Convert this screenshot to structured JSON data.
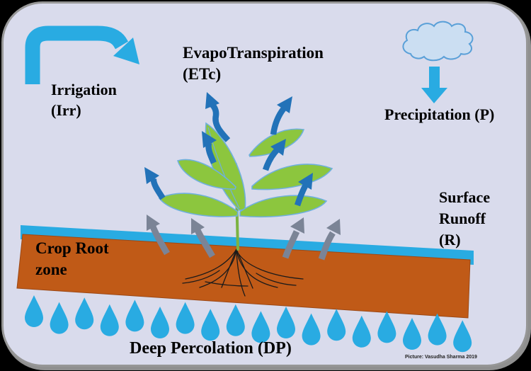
{
  "labels": {
    "evapotranspiration_line1": "EvapoTranspiration",
    "evapotranspiration_line2": "(ETc)",
    "irrigation_line1": "Irrigation",
    "irrigation_line2": "(Irr)",
    "precipitation": "Precipitation (P)",
    "surface_runoff_line1": "Surface",
    "surface_runoff_line2": "Runoff",
    "surface_runoff_line3": "(R)",
    "crop_root_zone_line1": "Crop Root",
    "crop_root_zone_line2": "zone",
    "deep_percolation": "Deep Percolation (DP)",
    "attribution": "Picture: Vasudha Sharma 2019"
  },
  "colors": {
    "outside": "#000000",
    "card_bg": "#d9dbec",
    "frame": "#969696",
    "cyan": "#29abe2",
    "arrow_blue": "#2272b8",
    "arrow_gray": "#7b8496",
    "leaf": "#8cc63e",
    "leaf_outline": "#6fb0dc",
    "stem": "#7cb342",
    "soil": "#c05a17",
    "cloud_fill": "#cbdef2",
    "cloud_outline": "#5aa0d8",
    "root": "#1a1a1a",
    "text": "#000000"
  },
  "icons": {
    "irrigation-arrow-icon": "cyan bent arrow pointing down-right",
    "rain-cloud-icon": "light blue scalloped cloud",
    "precipitation-arrow-icon": "cyan down arrow",
    "et-arrow-icon": "dark blue curved up arrow (transpiration)",
    "evaporation-arrow-icon": "gray curved up arrow (soil evaporation)",
    "water-droplet-icon": "cyan teardrop (deep percolation)",
    "plant-icon": "green leafy crop with roots",
    "soil-block-icon": "tilted brown crop root zone with cyan water layer"
  },
  "diagram": {
    "droplet_count": 18
  }
}
